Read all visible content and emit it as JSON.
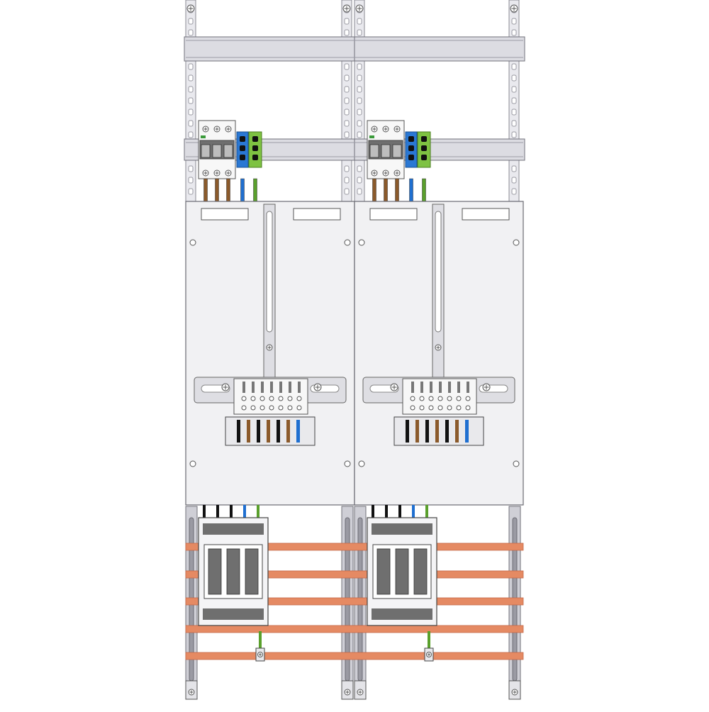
{
  "diagram": {
    "title": "",
    "fields": [
      {
        "id": "field-left",
        "meter_panel": "three-phase-meter-panel",
        "breaker": "3-pole-main-switch",
        "busbar_count": 5
      },
      {
        "id": "field-right",
        "meter_panel": "three-phase-meter-panel",
        "breaker": "3-pole-main-switch",
        "busbar_count": 5
      }
    ],
    "wire_colors": {
      "brown": "#8b5a2b",
      "black": "#111111",
      "blue": "#1f6fd0",
      "green_yellow": "#5aa02c",
      "grey": "#888888"
    },
    "busbar_color": "#e58a63",
    "terminal_wires": [
      "black",
      "brown",
      "black",
      "brown",
      "black",
      "brown",
      "blue"
    ],
    "feed_wires": [
      "brown",
      "brown",
      "brown",
      "blue",
      "green_yellow"
    ]
  }
}
